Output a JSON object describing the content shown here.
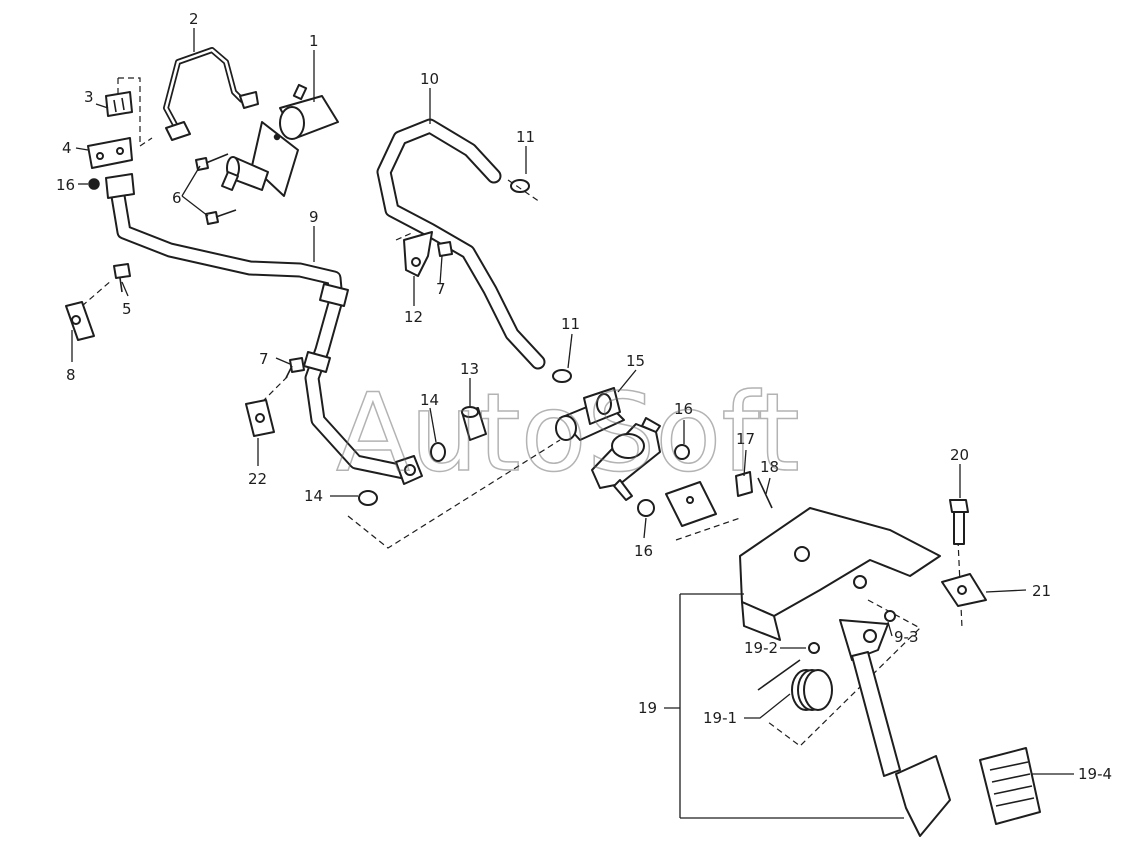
{
  "watermark": "AutoSoft",
  "callouts": {
    "c1": "1",
    "c2": "2",
    "c3": "3",
    "c4": "4",
    "c16a": "16",
    "c6": "6",
    "c5": "5",
    "c8": "8",
    "c9": "9",
    "c10": "10",
    "c11a": "11",
    "c12": "12",
    "c7a": "7",
    "c11b": "11",
    "c7b": "7",
    "c13": "13",
    "c14a": "14",
    "c15": "15",
    "c16b": "16",
    "c17": "17",
    "c18": "18",
    "c22": "22",
    "c14b": "14",
    "c16c": "16",
    "c20": "20",
    "c21": "21",
    "c19_2": "19-2",
    "c9_3": "9-3",
    "c19": "19",
    "c19_1": "19-1",
    "c19_4": "19-4"
  }
}
